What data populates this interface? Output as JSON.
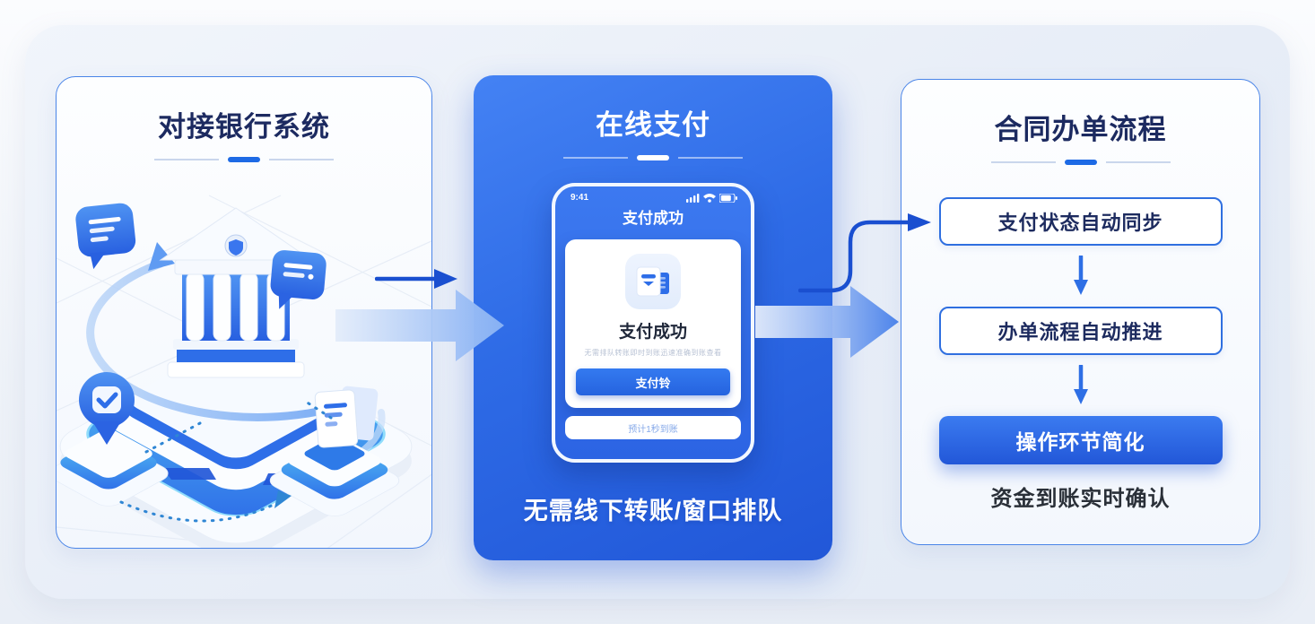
{
  "panels": {
    "left": {
      "title": "对接银行系统",
      "illustration_icons": [
        "bank-icon",
        "chat-bubble-icon",
        "location-pin-check-icon",
        "document-icon"
      ]
    },
    "middle": {
      "title": "在线支付",
      "caption": "无需线下转账/窗口排队",
      "phone": {
        "status_time": "9:41",
        "status_icons": [
          "signal-icon",
          "wifi-icon",
          "battery-icon"
        ],
        "nav_title": "支付成功",
        "card": {
          "icon": "receipt-document-icon",
          "title": "支付成功",
          "subtitle": "无需排队转账即时到账迅速准确到账查看",
          "button_label": "支付铃"
        },
        "footer_link": "预计1秒到账"
      }
    },
    "right": {
      "title": "合同办单流程",
      "steps": [
        {
          "label": "支付状态自动同步",
          "style": "outline"
        },
        {
          "label": "办单流程自动推进",
          "style": "outline"
        },
        {
          "label": "操作环节简化",
          "style": "filled"
        }
      ],
      "footnote": "资金到账实时确认"
    }
  },
  "colors": {
    "accent_blue": "#2e6ee8",
    "dark_navy": "#1c2a60",
    "panel_border": "#4a85e8",
    "thin_arrow": "#1a4fd0",
    "big_arrow_light": "#d8e6fa",
    "big_arrow_deep": "#4d84ea",
    "divider_dash": "#1d6ae5"
  }
}
